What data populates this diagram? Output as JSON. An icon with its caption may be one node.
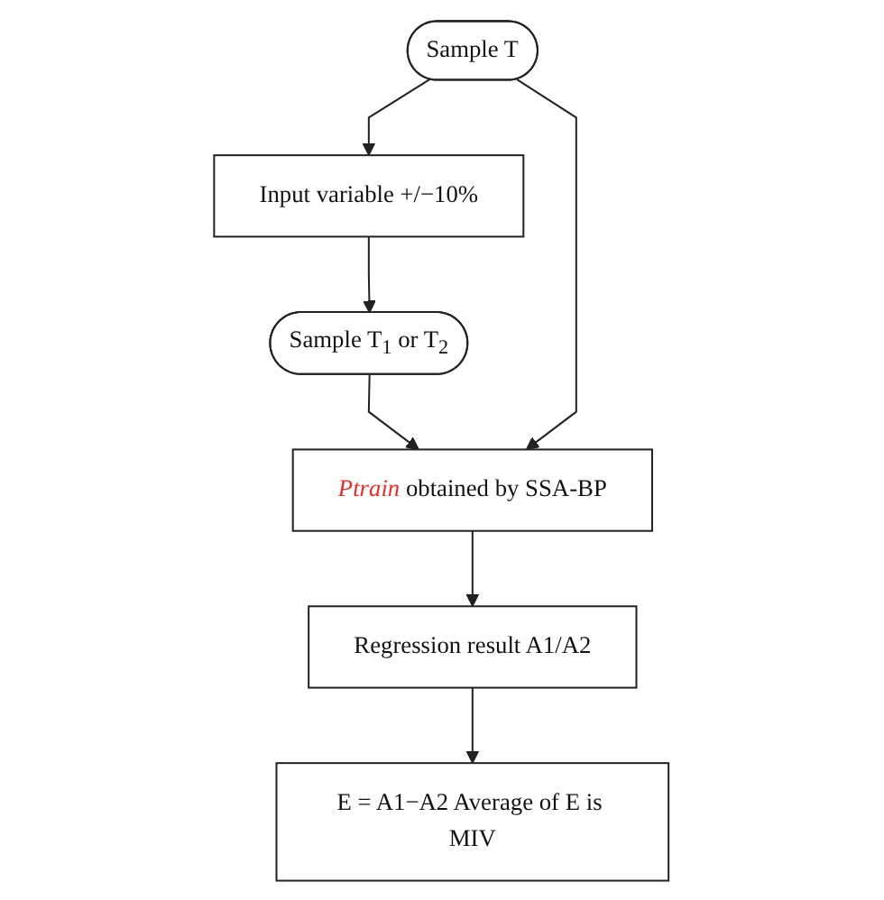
{
  "diagram": {
    "nodes": [
      {
        "text": [
          "Input variable +/−10%"
        ]
      },
      {
        "text": [
          "Sample T$_{1}$ or T$_{2}$"
        ]
      },
      {
        "text": [
          "Sample T"
        ]
      },
      {
        "text": [
          "*Ptrain* obtained by SSA-BP"
        ]
      },
      {
        "text": [
          "Regression result A1/A2"
        ]
      },
      {
        "text": [
          "E = A1−A2 Average of E is MIV"
        ]
      }
    ],
    "edges": [
      {
        "from": 2,
        "to": 0,
        "arrow": "to"
      },
      {
        "from": 0,
        "to": 1,
        "arrow": "to"
      },
      {
        "from": 1,
        "to": 3,
        "arrow": "to"
      },
      {
        "from": 2,
        "to": 3,
        "arrow": "to"
      },
      {
        "from": 3,
        "to": 4,
        "arrow": "to"
      },
      {
        "from": 4,
        "to": 5,
        "arrow": "to"
      }
    ]
  }
}
